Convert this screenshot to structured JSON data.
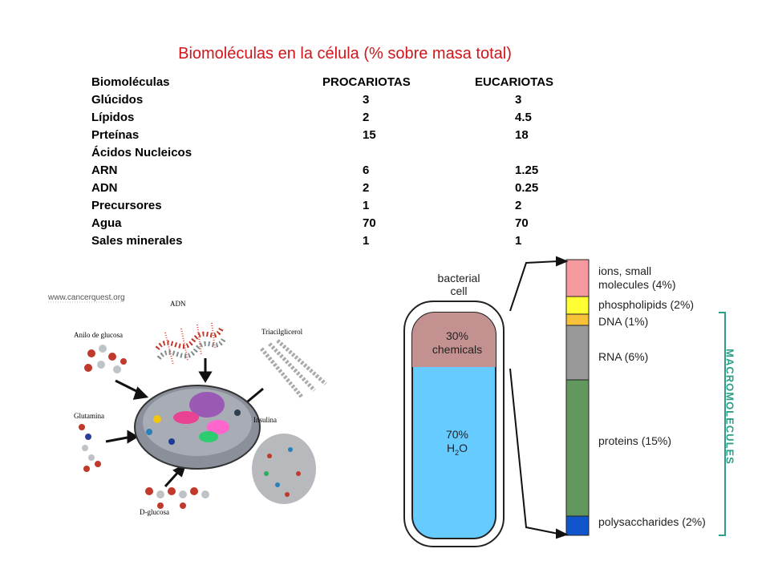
{
  "title": "Biomoléculas en la célula (% sobre masa total)",
  "table": {
    "headers": [
      "Biomoléculas",
      "PROCARIOTAS",
      "EUCARIOTAS"
    ],
    "rows": [
      {
        "name": "Glúcidos",
        "pro": "3",
        "euk": "3"
      },
      {
        "name": "Lípidos",
        "pro": "2",
        "euk": "4.5"
      },
      {
        "name": "Prteínas",
        "pro": "15",
        "euk": "18"
      },
      {
        "name": "Ácidos Nucleicos",
        "pro": "",
        "euk": ""
      },
      {
        "name": "ARN",
        "pro": "6",
        "euk": "1.25"
      },
      {
        "name": "ADN",
        "pro": "2",
        "euk": "0.25"
      },
      {
        "name": "Precursores",
        "pro": "1",
        "euk": "2"
      },
      {
        "name": "Agua",
        "pro": "70",
        "euk": "70"
      },
      {
        "name": "Sales minerales",
        "pro": "1",
        "euk": "1"
      }
    ]
  },
  "illustration": {
    "watermark": "www.cancerquest.org",
    "labels": {
      "adn": "ADN",
      "anilo": "Anilo de glucosa",
      "triacil": "Triacilglicerol",
      "glutamina": "Glutamina",
      "insulina": "Insulina",
      "dglucosa": "D-glucosa"
    }
  },
  "bacterial": {
    "cell_label_1": "bacterial",
    "cell_label_2": "cell",
    "chem_pct": "30%",
    "chem_label": "chemicals",
    "water_pct": "70%",
    "water_label": "H",
    "water_sub": "2",
    "water_tail": "O",
    "side_label": "MACROMOLECULES",
    "segments": [
      {
        "label1": "ions, small",
        "label2": "molecules (4%)",
        "color": "#f59a9f"
      },
      {
        "label1": "phospholipids (2%)",
        "label2": "",
        "color": "#ffff33"
      },
      {
        "label1": "DNA (1%)",
        "label2": "",
        "color": "#f7c23a"
      },
      {
        "label1": "RNA (6%)",
        "label2": "",
        "color": "#999999"
      },
      {
        "label1": "proteins (15%)",
        "label2": "",
        "color": "#62975e"
      },
      {
        "label1": "polysaccharides (2%)",
        "label2": "",
        "color": "#1155cc"
      }
    ]
  }
}
